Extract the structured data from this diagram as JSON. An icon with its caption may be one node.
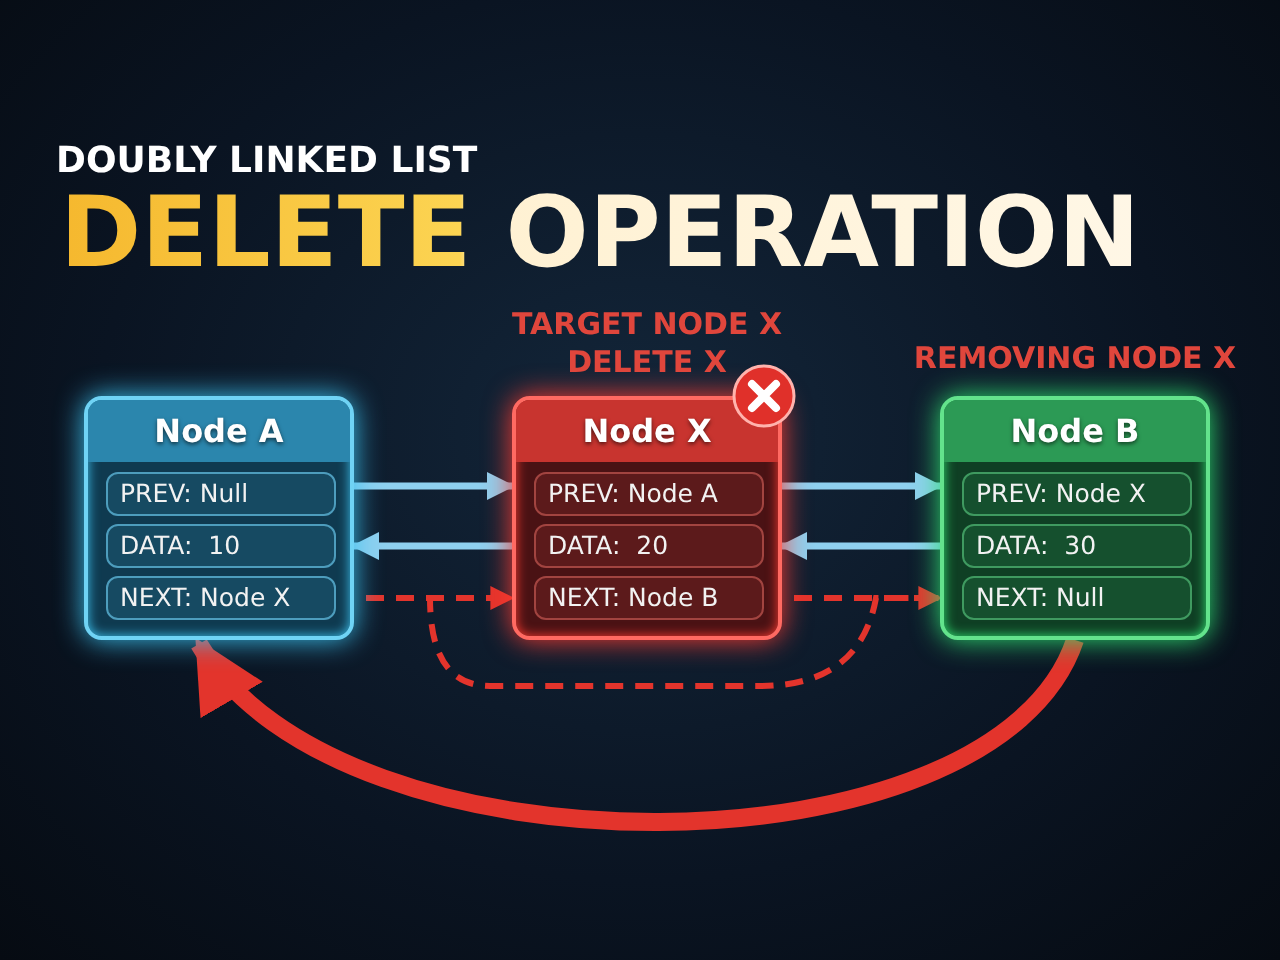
{
  "diagram": {
    "title": "DELETE OPERATION",
    "nodes": [
      {
        "text": [
          "Node A"
        ]
      },
      {
        "text": [
          "PREV: Null"
        ],
        "in": 0
      },
      {
        "text": [
          "DATA:  10"
        ],
        "in": 0
      },
      {
        "text": [
          "NEXT: Node X"
        ],
        "in": 0
      },
      {
        "text": [
          "Node X"
        ],
        "beside": [
          "TARGET NODE X",
          "DELETE X"
        ]
      },
      {
        "text": [
          "PREV: Node A"
        ],
        "in": 4
      },
      {
        "text": [
          "DATA:  20"
        ],
        "in": 4
      },
      {
        "text": [
          "NEXT: Node B"
        ],
        "in": 4
      },
      {
        "text": [
          "Node B"
        ],
        "beside": [
          "REMOVING NODE X"
        ]
      },
      {
        "text": [
          "PREV: Node X"
        ],
        "in": 8
      },
      {
        "text": [
          "DATA:  30"
        ],
        "in": 8
      },
      {
        "text": [
          "NEXT: Null"
        ],
        "in": 8
      }
    ],
    "edges": [
      {
        "from": 0,
        "to": 4,
        "arrow": "to"
      },
      {
        "from": 4,
        "to": 0,
        "arrow": "to"
      },
      {
        "from": 4,
        "to": 8,
        "arrow": "to"
      },
      {
        "from": 8,
        "to": 4,
        "arrow": "to"
      },
      {
        "from": 3,
        "to": 4,
        "arrow": "to",
        "style": "dashed",
        "color": "#e3342c"
      },
      {
        "from": 7,
        "to": 8,
        "arrow": "to",
        "style": "dashed",
        "color": "#e3342c"
      },
      {
        "from": 3,
        "to": 8,
        "arrow": "none",
        "style": "dashed",
        "color": "#e3342c"
      },
      {
        "from": 8,
        "to": 0,
        "arrow": "to",
        "style": "thick",
        "color": "#e3342c"
      }
    ],
    "labels": [
      "DOUBLY LINKED LIST"
    ]
  }
}
